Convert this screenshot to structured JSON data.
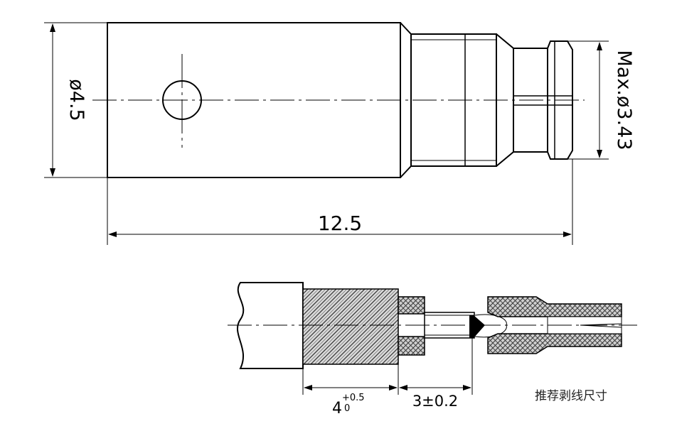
{
  "dimensions": {
    "diameter_body": "ø4.5",
    "diameter_max": "Max.ø3.43",
    "total_length": "12.5",
    "strip_length_main": "4",
    "strip_tol_upper": "+0.5",
    "strip_tol_lower": "0",
    "strip_length_inner": "3±0.2"
  },
  "caption": "推荐剥线尺寸"
}
